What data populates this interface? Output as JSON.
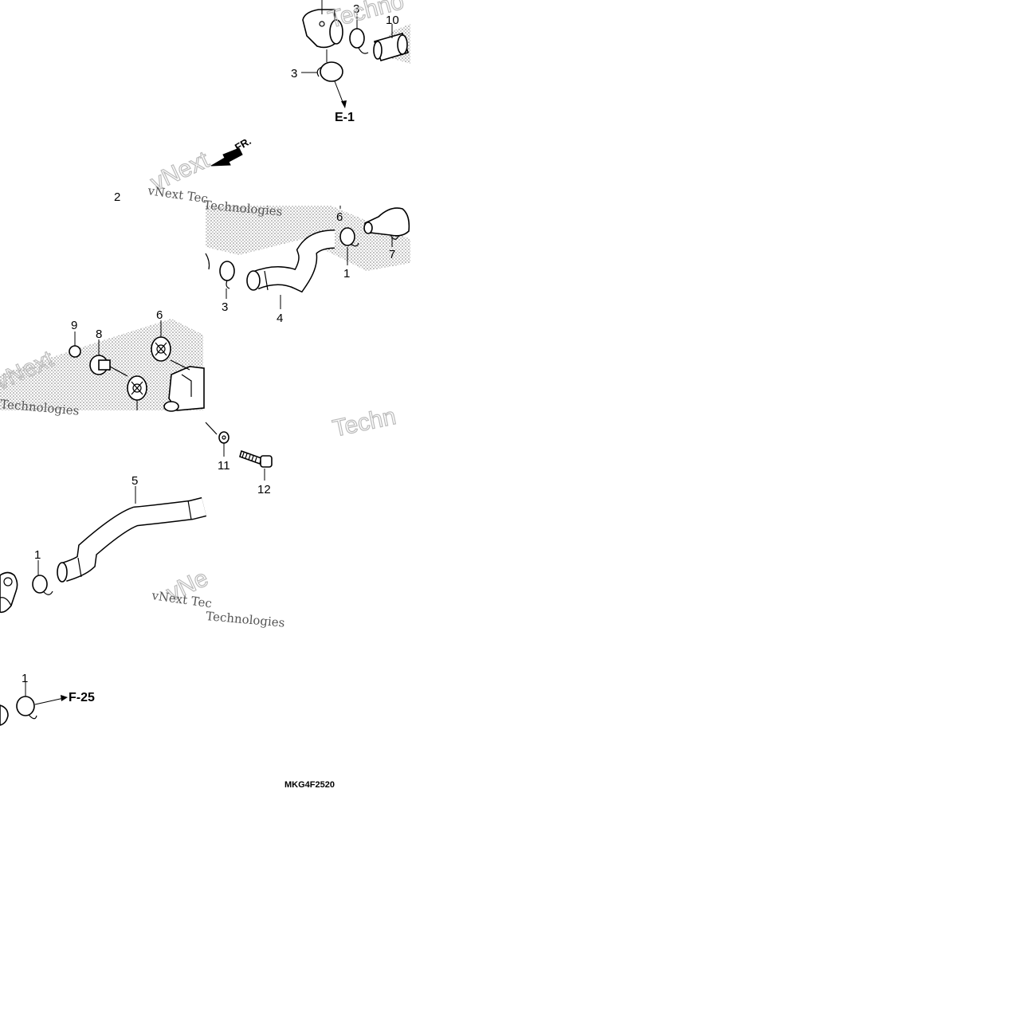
{
  "diagram": {
    "callouts": {
      "c3_top": "3",
      "c10": "10",
      "c3_left": "3",
      "c2": "2",
      "c6_upper": "6",
      "c7": "7",
      "c1_upper": "1",
      "c3_mid": "3",
      "c4": "4",
      "c9": "9",
      "c8": "8",
      "c6_lower": "6",
      "c11": "11",
      "c12": "12",
      "c5": "5",
      "c1_mid": "1",
      "c1_bottom": "1"
    },
    "refs": {
      "e1": "E-1",
      "f25": "F-25",
      "fr": "FR."
    },
    "diagram_code": "MKG4F2520",
    "watermark": {
      "text_1": "vNext Tec",
      "text_2": "Technologies",
      "text_3": "vNext Tec",
      "text_4": "Technologies",
      "text_5": "Technologies",
      "big_1": "Techno",
      "big_2": "Techn",
      "big_3": "vNext",
      "big_4": "vNe",
      "big_5": "vNext"
    }
  }
}
